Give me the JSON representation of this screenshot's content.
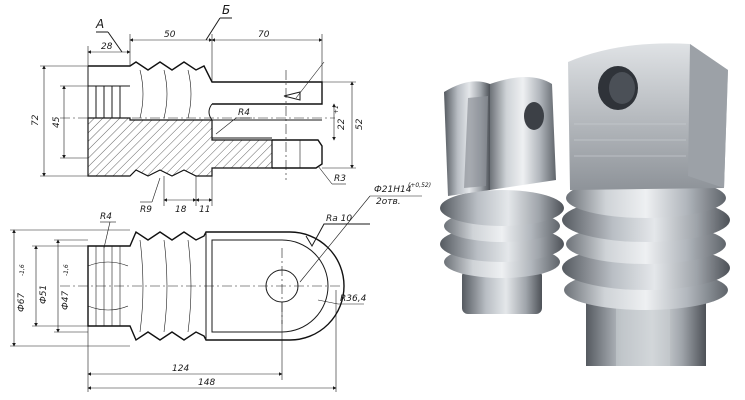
{
  "drawing": {
    "view_labels": {
      "a": "А",
      "b": "Б"
    },
    "top_view": {
      "dims": {
        "d28": "28",
        "d50": "50",
        "d70": "70",
        "d72": "72",
        "d45": "45",
        "d52": "52",
        "d22": "22",
        "d22_tol": "+1",
        "d18": "18",
        "d11": "11",
        "r4": "R4",
        "r9": "R9",
        "r3": "R3"
      }
    },
    "bottom_view": {
      "dims": {
        "d67a": "Ф67",
        "d67a_tol": "-1,6",
        "d51": "Ф51",
        "d67b": "Ф47",
        "d67b_tol": "-1,6",
        "r4": "R4",
        "d124": "124",
        "d148": "148",
        "r36": "R36,4"
      }
    },
    "notes": {
      "hole": "Ф21Н14",
      "hole_tol": "(+0,52)",
      "holes_count": "2отв.",
      "roughness": "Ra 10"
    }
  },
  "photo": {
    "colors": {
      "metal_light": "#e0e3e6",
      "metal_mid": "#a8adb3",
      "metal_dark": "#5e636a",
      "background": "#ffffff"
    }
  }
}
